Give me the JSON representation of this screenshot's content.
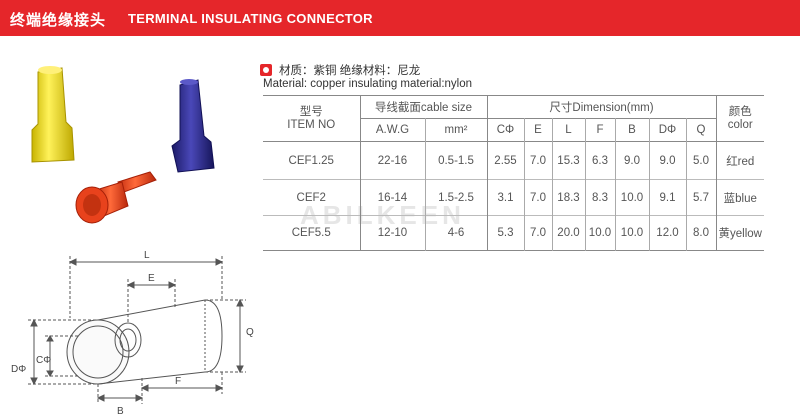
{
  "header": {
    "title_cn": "终端绝缘接头",
    "title_en": "TERMINAL INSULATING CONNECTOR"
  },
  "material": {
    "line_cn": "材质：紫铜    绝缘材料：尼龙",
    "line_en": "Material: copper    insulating material:nylon"
  },
  "table": {
    "h_type_cn": "型号",
    "h_type_en": "ITEM NO",
    "h_cable": "导线截面cable size",
    "h_dim": "尺寸Dimension(mm)",
    "h_color_cn": "颜色",
    "h_color_en": "color",
    "h_awg": "A.W.G",
    "h_mm2": "mm²",
    "dims": [
      "CΦ",
      "E",
      "L",
      "F",
      "B",
      "DΦ",
      "Q"
    ],
    "rows": [
      {
        "item": "CEF1.25",
        "awg": "22-16",
        "mm2": "0.5-1.5",
        "vals": [
          "2.55",
          "7.0",
          "15.3",
          "6.3",
          "9.0",
          "9.0",
          "5.0"
        ],
        "color": "红red"
      },
      {
        "item": "CEF2",
        "awg": "16-14",
        "mm2": "1.5-2.5",
        "vals": [
          "3.1",
          "7.0",
          "18.3",
          "8.3",
          "10.0",
          "9.1",
          "5.7"
        ],
        "color": "蓝blue"
      },
      {
        "item": "CEF5.5",
        "awg": "12-10",
        "mm2": "4-6",
        "vals": [
          "5.3",
          "7.0",
          "20.0",
          "10.0",
          "10.0",
          "12.0",
          "8.0"
        ],
        "color": "黄yellow"
      }
    ]
  },
  "watermark": "ABILKEEN",
  "diagram_labels": {
    "L": "L",
    "E": "E",
    "Q": "Q",
    "D": "DΦ",
    "C": "CΦ",
    "B": "B",
    "F": "F"
  },
  "colors": {
    "header": "#e5262a",
    "yellow": "#f2df1c",
    "blue": "#2b2a8e",
    "red": "#e8421c"
  }
}
